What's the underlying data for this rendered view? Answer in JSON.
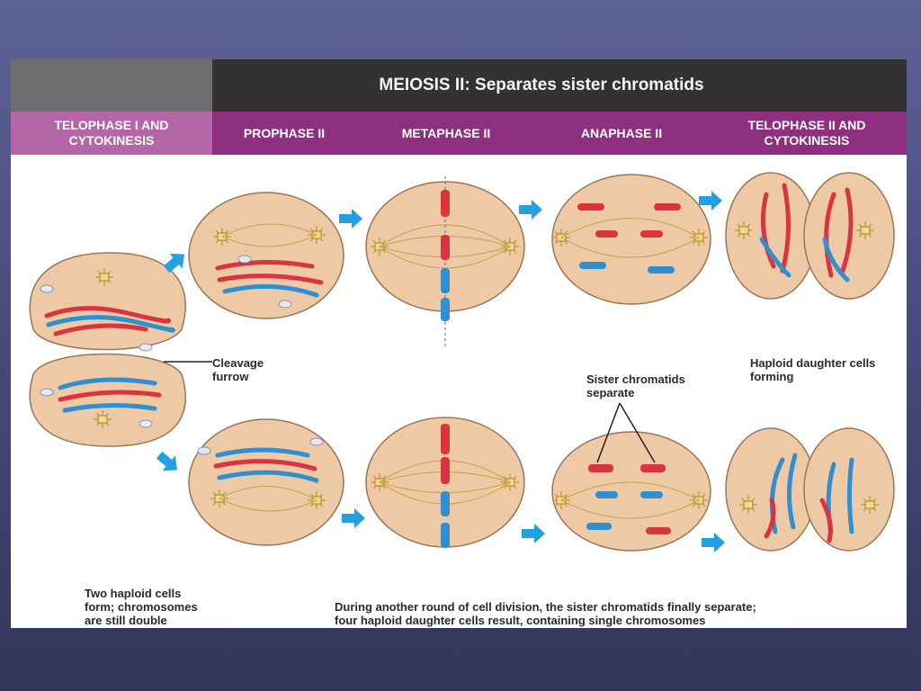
{
  "header": {
    "title": "MEIOSIS II: Separates sister chromatids",
    "stages": [
      "TELOPHASE I AND CYTOKINESIS",
      "PROPHASE II",
      "METAPHASE II",
      "ANAPHASE II",
      "TELOPHASE II AND CYTOKINESIS"
    ]
  },
  "labels": {
    "cleavage_furrow_line1": "Cleavage",
    "cleavage_furrow_line2": "furrow",
    "sister_line1": "Sister chromatids",
    "sister_line2": "separate",
    "haploid_line1": "Haploid daughter cells",
    "haploid_line2": "forming",
    "two_haploid_line1": "Two haploid cells",
    "two_haploid_line2": "form; chromosomes",
    "two_haploid_line3": "are still double",
    "summary_line1": "During another round of cell division, the sister chromatids finally separate;",
    "summary_line2": "four haploid daughter cells result, containing single chromosomes"
  },
  "colors": {
    "cell_fill": "#eec9a6",
    "cell_stroke": "#9a7558",
    "spindle": "#c9a042",
    "chromatid_red": "#d9343f",
    "chromatid_blue": "#2f8fd1",
    "arrow": "#22a0e0",
    "stage_band": "#8f2f80",
    "stage_band_first": "#b466a8",
    "title_band": "#333132"
  }
}
